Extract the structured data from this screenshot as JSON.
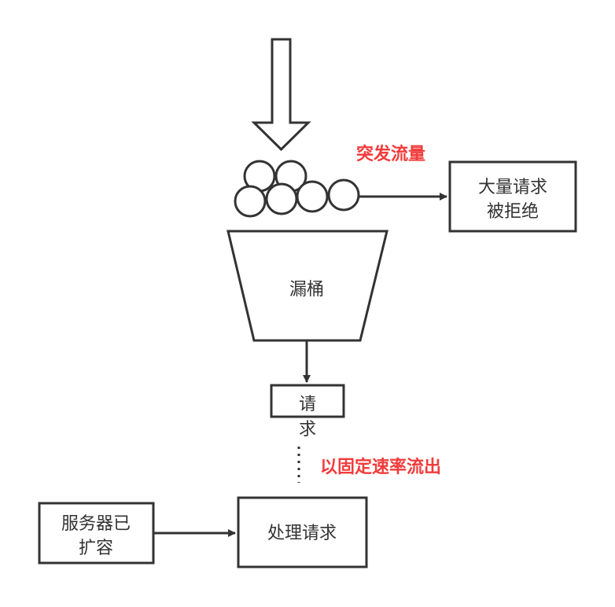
{
  "labels": {
    "burst": "突发流量",
    "rejected_line1": "大量请求",
    "rejected_line2": "被拒绝",
    "bucket": "漏桶",
    "request_line1": "请",
    "request_line2": "求",
    "fixed_rate": "以固定速率流出",
    "process": "处理请求",
    "scaled_line1": "服务器已",
    "scaled_line2": "扩容"
  },
  "colors": {
    "stroke": "#333333",
    "accent": "#f23b3b"
  }
}
